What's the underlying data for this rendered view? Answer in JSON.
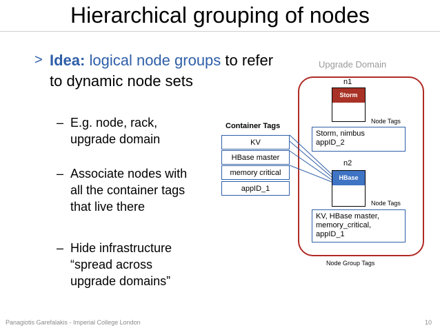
{
  "title": "Hierarchical grouping of nodes",
  "bullet_main": {
    "marker": ">",
    "idea_label": "Idea:",
    "idea_highlight": "logical node groups",
    "line1_rest": " to refer",
    "line2": "to dynamic node sets"
  },
  "sub_bullets": [
    {
      "dash": "–",
      "lines": [
        "E.g. node, rack,",
        "upgrade domain"
      ]
    },
    {
      "dash": "–",
      "lines": [
        "Associate nodes with",
        "all the container tags",
        "that live there"
      ]
    },
    {
      "dash": "–",
      "lines": [
        "Hide infrastructure",
        "“spread across",
        "upgrade domains”"
      ]
    }
  ],
  "diagram": {
    "upgrade_domain_label": "Upgrade Domain",
    "node_group_tags_label": "Node Group Tags",
    "container_tags_title": "Container Tags",
    "container_tags": [
      "KV",
      "HBase master",
      "memory critical",
      "appID_1"
    ],
    "nodes": [
      {
        "name": "n1",
        "container": "Storm",
        "color": "#a93226",
        "node_tags_label": "Node Tags",
        "tags": [
          "Storm, nimbus",
          "appID_2"
        ]
      },
      {
        "name": "n2",
        "container": "HBase",
        "color": "#3f73c4",
        "node_tags_label": "Node Tags",
        "tags": [
          "KV, HBase master,",
          "memory_critical,",
          "appID_1"
        ]
      }
    ]
  },
  "footer": {
    "author": "Panagiotis Garefalakis - Imperial College London",
    "page": "10"
  }
}
